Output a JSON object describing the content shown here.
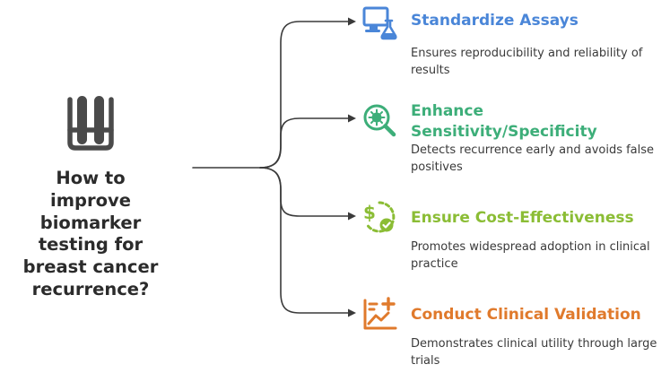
{
  "central": {
    "question": "How to\nimprove\nbiomarker\ntesting for\nbreast cancer\nrecurrence?",
    "icon": "test-tubes-icon",
    "color": "#4a4a4a"
  },
  "connector_color": "#3a3a3a",
  "branches": [
    {
      "title": "Standardize Assays",
      "description": "Ensures reproducibility and reliability of results",
      "icon": "computer-flask-icon",
      "color": "#4a86d8"
    },
    {
      "title": "Enhance\nSensitivity/Specificity",
      "description": "Detects recurrence early and avoids false positives",
      "icon": "magnified-virus-icon",
      "color": "#3dae79"
    },
    {
      "title": "Ensure Cost-Effectiveness",
      "description": "Promotes widespread adoption in clinical practice",
      "icon": "dollar-check-icon",
      "color": "#8bbd35"
    },
    {
      "title": "Conduct Clinical Validation",
      "description": "Demonstrates clinical utility through large trials",
      "icon": "chart-plus-icon",
      "color": "#e07a2c"
    }
  ]
}
